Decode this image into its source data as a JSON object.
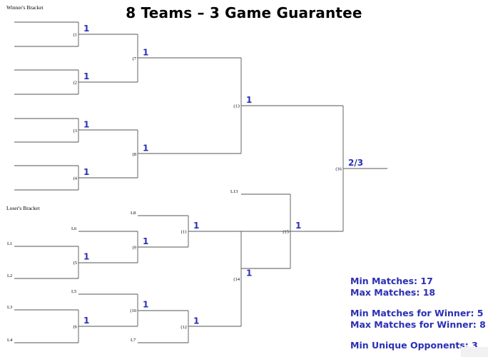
{
  "header": {
    "title": "8 Teams – 3 Game Guarantee"
  },
  "sections": {
    "winners_label": "Winner's Bracket",
    "losers_label": "Loser's Bracket"
  },
  "games": [
    {
      "id": "g1",
      "label": "(1",
      "count": "1"
    },
    {
      "id": "g2",
      "label": "(2",
      "count": "1"
    },
    {
      "id": "g3",
      "label": "(3",
      "count": "1"
    },
    {
      "id": "g4",
      "label": "(4",
      "count": "1"
    },
    {
      "id": "g5",
      "label": "(5",
      "count": "1"
    },
    {
      "id": "g6",
      "label": "(6",
      "count": "1"
    },
    {
      "id": "g7",
      "label": "(7",
      "count": "1"
    },
    {
      "id": "g8",
      "label": "(8",
      "count": "1"
    },
    {
      "id": "g9",
      "label": "(9",
      "count": "1"
    },
    {
      "id": "g10",
      "label": "(10",
      "count": "1"
    },
    {
      "id": "g11",
      "label": "(11",
      "count": "1"
    },
    {
      "id": "g12",
      "label": "(12",
      "count": "1"
    },
    {
      "id": "g13",
      "label": "(13",
      "count": "1"
    },
    {
      "id": "g14",
      "label": "(14",
      "count": "1"
    },
    {
      "id": "g15",
      "label": "(15",
      "count": "1"
    },
    {
      "id": "g16",
      "label": "(16",
      "count": "2/3"
    }
  ],
  "slots": {
    "L1": "L1",
    "L2": "L2",
    "L3": "L3",
    "L4": "L4",
    "L5": "L5",
    "L6": "L6",
    "L7": "L7",
    "L8": "L8",
    "L13": "L13"
  },
  "stats": {
    "min_matches": "Min Matches: 17",
    "max_matches": "Max Matches: 18",
    "min_winner": "Min Matches for Winner: 5",
    "max_winner": "Max Matches for Winner: 8",
    "min_unique": "Min Unique Opponents: 3"
  },
  "colors": {
    "line": "#555555",
    "accent": "#2b2fb3"
  }
}
